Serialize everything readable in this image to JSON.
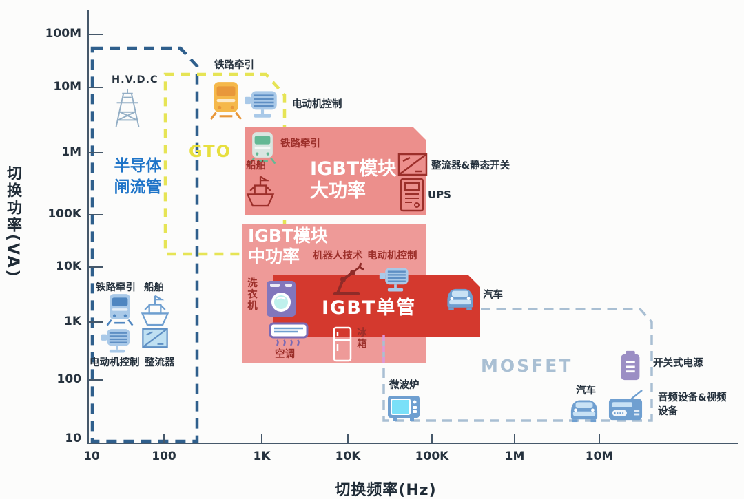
{
  "axes": {
    "y_title": "切换功率(VA)",
    "x_title": "切换频率(Hz)",
    "y_ticks": [
      "100M",
      "10M",
      "1M",
      "100K",
      "10K",
      "1K",
      "100",
      "10"
    ],
    "x_ticks": [
      "10",
      "100",
      "1K",
      "10K",
      "100K",
      "1M",
      "10M"
    ]
  },
  "regions": {
    "thyristor": {
      "line1": "半导体",
      "line2": "闸流管"
    },
    "gto": {
      "label": "GTO"
    },
    "igbt_high": {
      "line1": "IGBT模块",
      "line2": "大功率"
    },
    "igbt_mid": {
      "line1": "IGBT模块",
      "line2": "中功率"
    },
    "igbt_single": {
      "label": "IGBT单管"
    },
    "mosfet": {
      "label": "MOSFET"
    }
  },
  "labels": {
    "hvdc": "H.V.D.C",
    "rail_top": "铁路牵引",
    "motor_top": "电动机控制",
    "rail_box": "铁路牵引",
    "ship_box": "船舶",
    "rectifier_switch": "整流器&静态开关",
    "ups": "UPS",
    "robot": "机器人技术",
    "motor_mid": "电动机控制",
    "washer": "洗衣机",
    "ac": "空调",
    "fridge": "冰箱",
    "car_mid": "汽车",
    "rail_left": "铁路牵引",
    "ship_left": "船舶",
    "motor_left": "电动机控制",
    "rectifier_left": "整流器",
    "microwave": "微波炉",
    "smps": "开关式电源",
    "car_bottom": "汽车",
    "audio_video": "音频设备&视频设备"
  },
  "colors": {
    "thyristor_dash": "#2f5f8c",
    "gto_dash": "#e6e455",
    "igbt_module_fill": "#ec8f8c",
    "igbt_single_fill": "#d4392e",
    "mosfet_dash": "#a9bfd3",
    "magenta_dash": "#df96d6",
    "thyristor_text": "#1e74c8",
    "gto_text": "#e7df3f",
    "navy_text": "#26323e",
    "dark_red_text": "#9c2f2a"
  },
  "chart_data": {
    "type": "area",
    "title": "",
    "xlabel": "切换频率(Hz)",
    "ylabel": "切换功率(VA)",
    "x_scale": "log",
    "y_scale": "log",
    "x_ticks": [
      "10",
      "100",
      "1K",
      "10K",
      "100K",
      "1M",
      "10M"
    ],
    "y_ticks": [
      "100M",
      "10M",
      "1M",
      "100K",
      "10K",
      "1K",
      "100",
      "10"
    ],
    "grid": false,
    "legend": "none",
    "regions": [
      {
        "name": "半导体闸流管",
        "style": "blue-dashed-outline",
        "freq_range_hz": [
          10,
          200
        ],
        "power_range_va": [
          10,
          50000000
        ],
        "applications": [
          "H.V.D.C",
          "铁路牵引",
          "船舶",
          "电动机控制",
          "整流器"
        ]
      },
      {
        "name": "GTO",
        "style": "yellow-dashed-outline",
        "freq_range_hz": [
          100,
          1800
        ],
        "power_range_va": [
          20000,
          20000000
        ],
        "applications": [
          "铁路牵引",
          "电动机控制"
        ]
      },
      {
        "name": "IGBT模块 大功率",
        "style": "pink-solid",
        "freq_range_hz": [
          600,
          100000
        ],
        "power_range_va": [
          100000,
          2500000
        ],
        "applications": [
          "铁路牵引",
          "船舶",
          "整流器&静态开关",
          "UPS"
        ]
      },
      {
        "name": "IGBT模块 中功率",
        "style": "pink-solid",
        "freq_range_hz": [
          600,
          100000
        ],
        "power_range_va": [
          200,
          70000
        ],
        "applications": [
          "机器人技术",
          "电动机控制",
          "洗衣机",
          "空调"
        ]
      },
      {
        "name": "IGBT单管",
        "style": "red-solid",
        "freq_range_hz": [
          1400,
          400000
        ],
        "power_range_va": [
          800,
          7000
        ],
        "applications": [
          "洗衣机",
          "冰箱",
          "汽车"
        ]
      },
      {
        "name": "MOSFET",
        "style": "gray-dashed-outline",
        "freq_range_hz": [
          40000,
          40000000
        ],
        "power_range_va": [
          20,
          2000
        ],
        "applications": [
          "微波炉",
          "汽车",
          "音频设备&视频设备",
          "开关式电源"
        ]
      }
    ]
  }
}
